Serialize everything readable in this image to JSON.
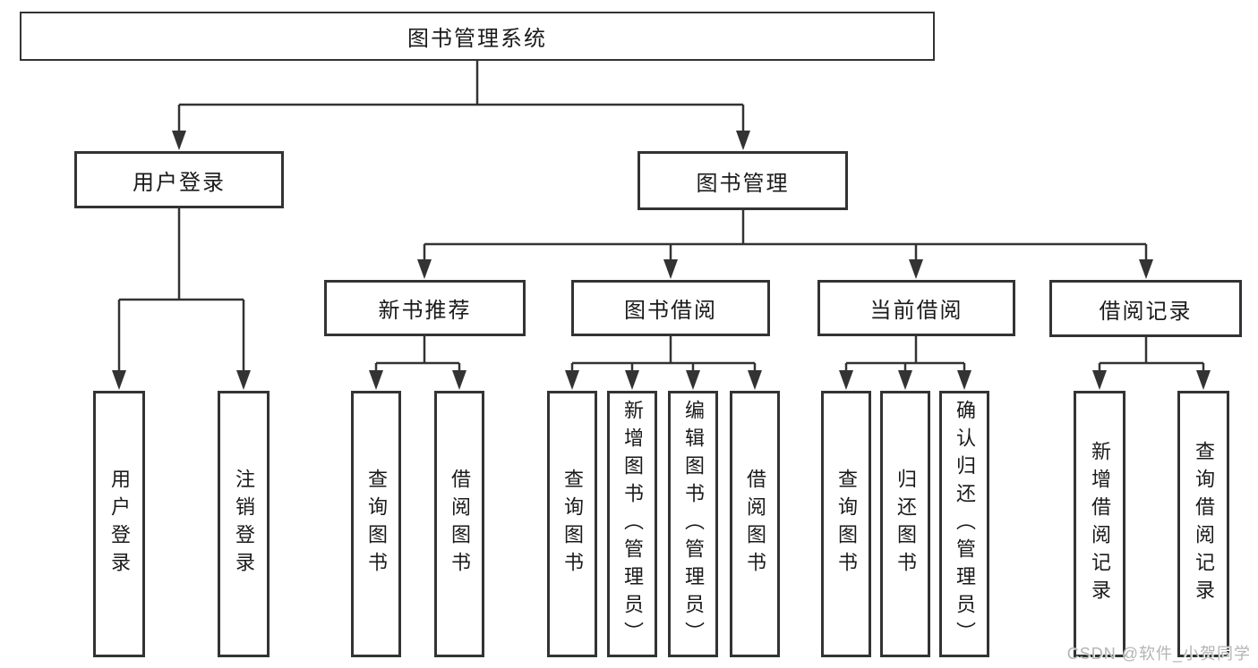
{
  "tree": {
    "root": "图书管理系统",
    "branches": [
      {
        "label": "用户登录",
        "children": [
          "用户登录",
          "注销登录"
        ]
      },
      {
        "label": "图书管理",
        "children": [
          {
            "label": "新书推荐",
            "children": [
              "查询图书",
              "借阅图书"
            ]
          },
          {
            "label": "图书借阅",
            "children": [
              "查询图书",
              "新增图书（管理员）",
              "编辑图书（管理员）",
              "借阅图书"
            ]
          },
          {
            "label": "当前借阅",
            "children": [
              "查询图书",
              "归还图书",
              "确认归还（管理员）"
            ]
          },
          {
            "label": "借阅记录",
            "children": [
              "新增借阅记录",
              "查询借阅记录"
            ]
          }
        ]
      }
    ]
  },
  "watermark": {
    "text": "CSDN @软件_小贺同学"
  },
  "colors": {
    "line": "#333333",
    "text": "#1a1a1a",
    "bg": "#ffffff",
    "watermark": "#b4b4b4"
  }
}
